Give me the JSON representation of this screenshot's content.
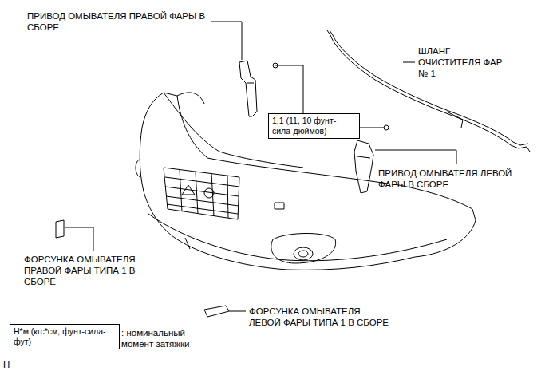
{
  "diagram": {
    "nodes": [
      {
        "text": [
          "1,1 (11, 10 фунт-сила-дюймов)"
        ]
      },
      {
        "text": [
          "Н*м (кгс*см, фунт-сила-фут)"
        ]
      }
    ],
    "labels": [
      "ПРИВОД ОМЫВАТЕЛЯ ПРАВОЙ ФАРЫ В СБОРЕ",
      "ШЛАНГ ОЧИСТИТЕЛЯ ФАР № 1",
      "ПРИВОД ОМЫВАТЕЛЯ ЛЕВОЙ ФАРЫ В СБОРЕ",
      "ФОРСУНКА ОМЫВАТЕЛЯ ПРАВОЙ ФАРЫ ТИПА 1 В СБОРЕ",
      "ФОРСУНКА ОМЫВАТЕЛЯ ЛЕВОЙ ФАРЫ ТИПА 1 В СБОРЕ",
      ": номинальный момент затяжки",
      "H"
    ]
  }
}
